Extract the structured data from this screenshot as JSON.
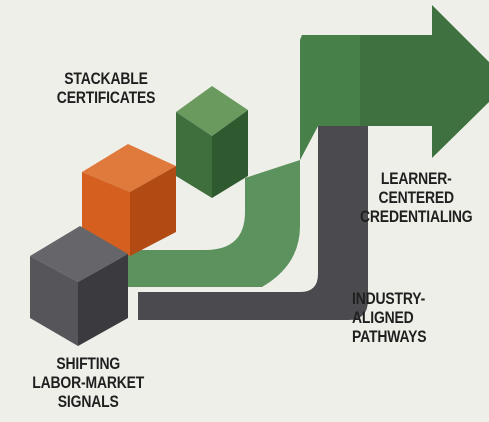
{
  "labels": {
    "stackable": [
      "STACKABLE",
      "CERTIFICATES"
    ],
    "learner": [
      "LEARNER-",
      "CENTERED",
      "CREDENTIALING"
    ],
    "industry": [
      "INDUSTRY-",
      "ALIGNED",
      "PATHWAYS"
    ],
    "shifting": [
      "SHIFTING",
      "LABOR-MARKET",
      "SIGNALS"
    ]
  },
  "colors": {
    "background": "#efefea",
    "green": "#3f7040",
    "orange": "#d45f1e",
    "gray": "#4b4b4f"
  }
}
